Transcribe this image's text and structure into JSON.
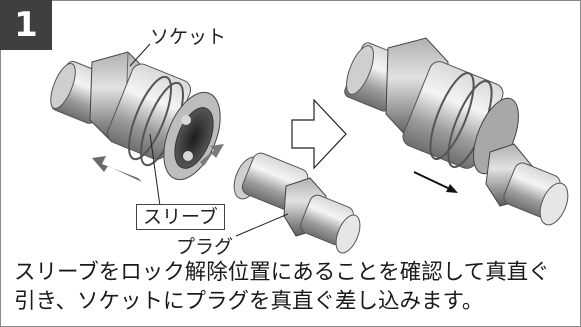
{
  "step": {
    "number": "1"
  },
  "labels": {
    "socket": "ソケット",
    "sleeve": "スリーブ",
    "plug": "プラグ"
  },
  "caption": {
    "line1": "スリーブをロック解除位置にあることを確認して真直ぐ",
    "line2": "引き、ソケットにプラグを真直ぐ差し込みます。"
  }
}
